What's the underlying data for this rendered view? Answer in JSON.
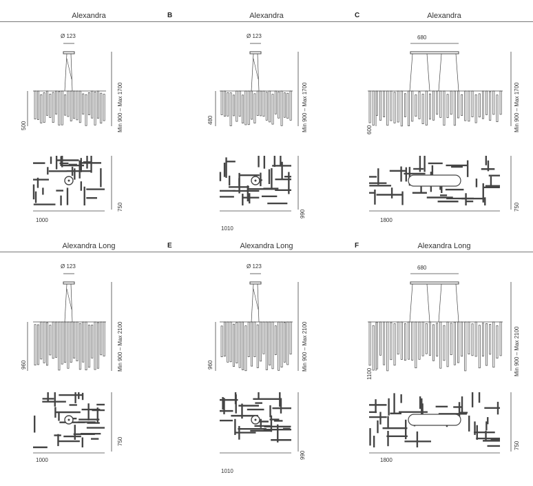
{
  "colors": {
    "line": "#444444",
    "rule": "#777777",
    "text": "#333333"
  },
  "panels": [
    {
      "letter": "",
      "title": "Alexandra",
      "diam": "Ø 123",
      "hook": "Min 900 – Max 1700",
      "height": "500",
      "depth": "750",
      "width": "1000",
      "style": "round"
    },
    {
      "letter": "B",
      "title": "Alexandra",
      "diam": "Ø 123",
      "hook": "Min 900 – Max 1700",
      "height": "480",
      "depth": "990",
      "width": "1010",
      "style": "round"
    },
    {
      "letter": "C",
      "title": "Alexandra",
      "diam": "680",
      "hook": "Min 900 – Max 1700",
      "height": "600",
      "depth": "750",
      "width": "1800",
      "style": "oval"
    },
    {
      "letter": "",
      "title": "Alexandra Long",
      "diam": "Ø 123",
      "hook": "Min 900 – Max 2100",
      "height": "960",
      "depth": "750",
      "width": "1000",
      "style": "round"
    },
    {
      "letter": "E",
      "title": "Alexandra Long",
      "diam": "Ø 123",
      "hook": "Min 900 – Max 2100",
      "height": "960",
      "depth": "990",
      "width": "1010",
      "style": "round"
    },
    {
      "letter": "F",
      "title": "Alexandra Long",
      "diam": "680",
      "hook": "Min 900 – Max 2100",
      "height": "1100",
      "depth": "750",
      "width": "1800",
      "style": "oval"
    }
  ]
}
